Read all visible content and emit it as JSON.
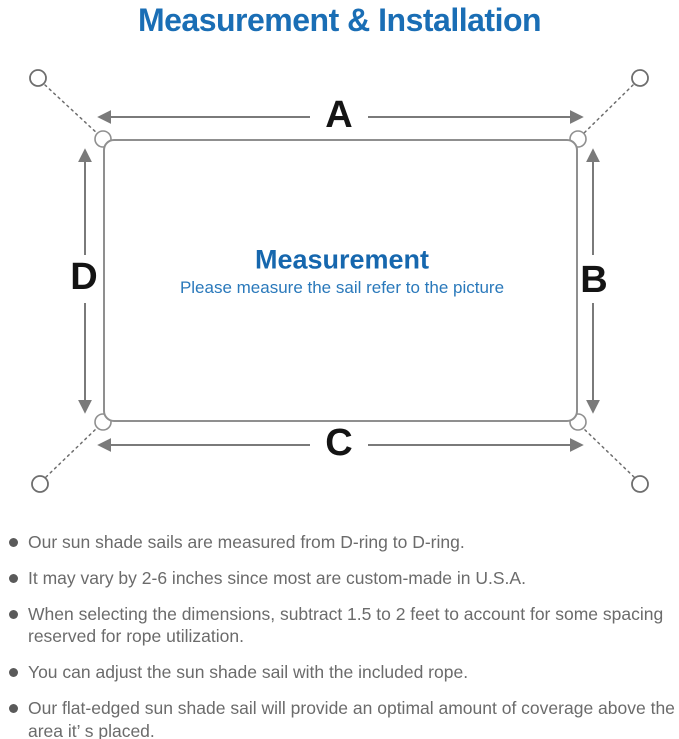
{
  "title": "Measurement & Installation",
  "diagram": {
    "labels": {
      "top": "A",
      "right": "B",
      "bottom": "C",
      "left": "D"
    },
    "center_title": "Measurement",
    "center_caption": "Please measure the sail refer to the picture",
    "colors": {
      "title_blue": "#1a6eb5",
      "center_blue": "#1667ae",
      "caption_blue": "#2a79bb",
      "outline_gray": "#8f8f8f",
      "arrow_gray": "#7a7a7a",
      "note_gray": "#6b6b6b"
    }
  },
  "notes": {
    "items": [
      "Our sun shade sails are measured from D-ring to D-ring.",
      "It may vary by 2-6 inches since most are custom-made in U.S.A.",
      "When selecting the dimensions, subtract 1.5 to 2 feet to account for some spacing reserved for rope utilization.",
      "You can adjust the sun shade sail with the included rope.",
      "Our flat-edged sun shade sail will provide an optimal amount of coverage above the area it’ s placed."
    ]
  }
}
